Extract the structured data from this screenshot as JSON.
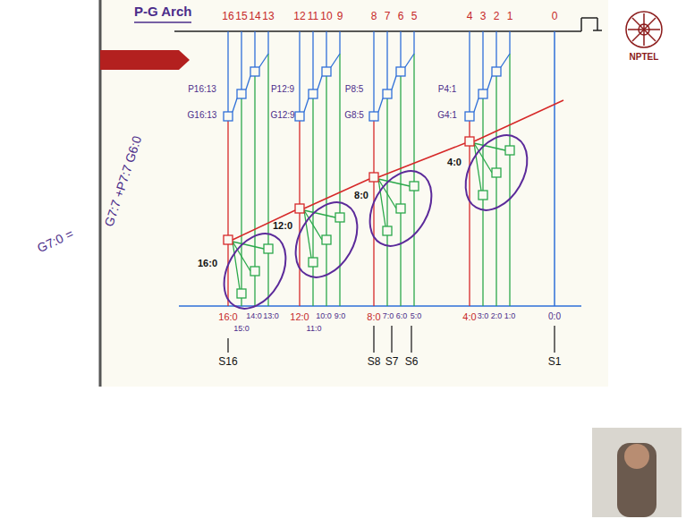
{
  "diagram": {
    "title": "P-G Arch",
    "labels": [
      "16",
      "15",
      "14",
      "13",
      "12",
      "11",
      "10",
      "9",
      "8",
      "7",
      "6",
      "5",
      "4",
      "3",
      "2",
      "1",
      "0",
      "P16:13",
      "G16:13",
      "P12:9",
      "G12:9",
      "P8:5",
      "G8:5",
      "P4:1",
      "G4:1",
      "G7:0 =",
      "G7:7 +P7:7 G6:0",
      "4:0",
      "8:0",
      "12:0",
      "16:0",
      "16:0",
      "15:0",
      "14:0",
      "13:0",
      "12:0",
      "11:0",
      "10:0",
      "9:0",
      "8:0",
      "7:0",
      "6:0",
      "5:0",
      "4:0",
      "3:0",
      "2:0",
      "1:0",
      "0:0",
      "S16",
      "S8",
      "S7",
      "S6",
      "S1",
      "NPTEL"
    ]
  }
}
